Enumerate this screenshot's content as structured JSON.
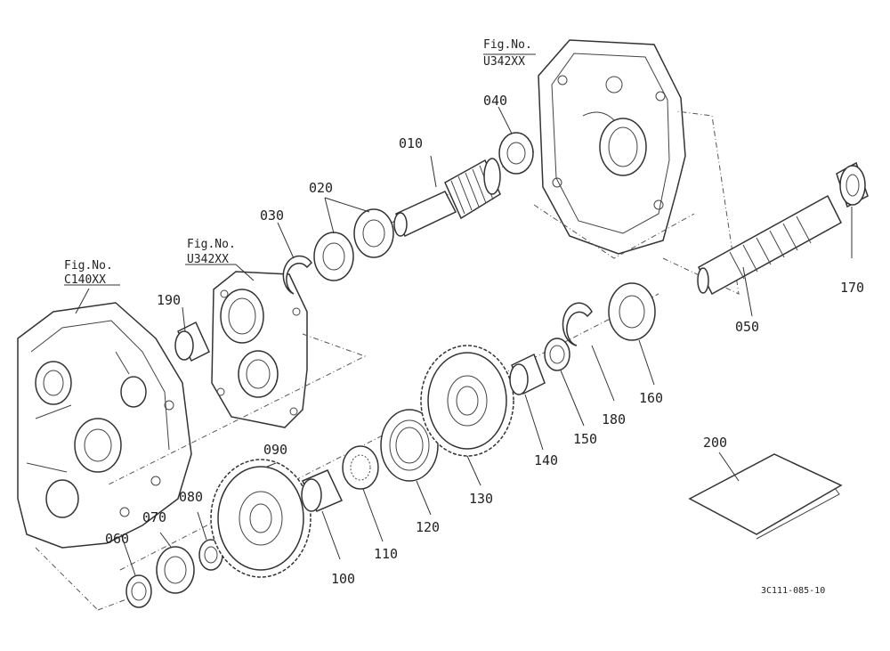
{
  "diagram_code": "3C111-085-10",
  "fig_refs": [
    {
      "line1": "Fig.No.",
      "line2": "U342XX"
    },
    {
      "line1": "Fig.No.",
      "line2": "U342XX"
    },
    {
      "line1": "Fig.No.",
      "line2": "C140XX"
    }
  ],
  "part_numbers": [
    "010",
    "020",
    "030",
    "040",
    "050",
    "060",
    "070",
    "080",
    "090",
    "100",
    "110",
    "120",
    "130",
    "140",
    "150",
    "160",
    "170",
    "180",
    "190",
    "200"
  ]
}
